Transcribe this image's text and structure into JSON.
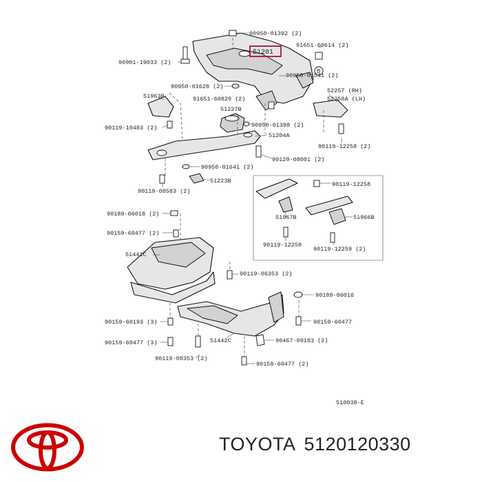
{
  "diagram": {
    "labels": {
      "l01": "90950-01392 (2)",
      "l02": "51201",
      "l03": "91651-60614 (2)",
      "l04": "90901-19033 (2)",
      "l05": "90950-01541 (2)",
      "l06": "90950-01628 (2)",
      "l07": "51963B",
      "l08": "52257 (RH)",
      "l09": "52258A (LH)",
      "l10": "91651-60820 (2)",
      "l11": "51227B",
      "l12": "90119-10483 (2)",
      "l13": "90950-01398 (2)",
      "l14": "51204A",
      "l15": "90119-12258 (2)",
      "l16": "90129-08001 (2)",
      "l17": "90950-01641 (2)",
      "l18": "51223B",
      "l19": "90119-08583 (2)",
      "l20": "90119-12258",
      "l21": "90189-06018 (2)",
      "l22": "90159-60477 (2)",
      "l23": "51967B",
      "l24": "51966B",
      "l25": "90119-12258",
      "l26": "90119-12259 (2)",
      "l27": "51441C",
      "l28": "90119-06353 (2)",
      "l29": "90189-06016",
      "l30": "90159-60193 (3)",
      "l31": "90159-60477",
      "l32": "90159-60477 (3)",
      "l33": "51442C",
      "l34": "90467-09183 (2)",
      "l35": "90119-08353 (2)",
      "l36": "90159-60477 (2)",
      "l37": "510038-E",
      "b_letter": "B"
    }
  },
  "footer": {
    "brand": "TOYOTA",
    "part_number": "5120120330",
    "logo_color": "#cc0000"
  }
}
